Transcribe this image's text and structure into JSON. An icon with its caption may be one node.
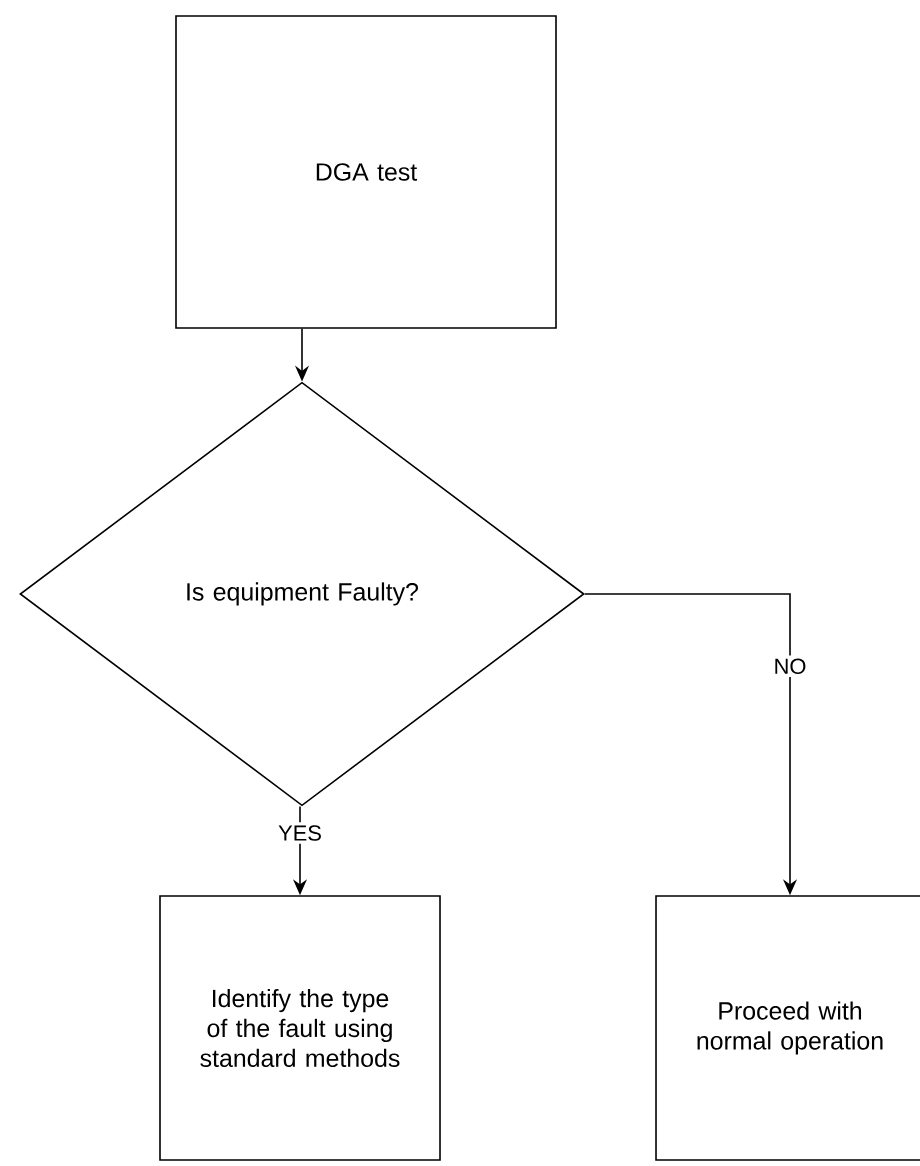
{
  "diagram": {
    "nodes": [
      {
        "text": [
          "DGA test"
        ]
      },
      {
        "text": [
          "Is equipment Faulty?"
        ]
      },
      {
        "text": [
          "Identify the type of the fault using standard methods"
        ]
      },
      {
        "text": [
          "Proceed with normal operation"
        ]
      }
    ],
    "edges": [
      {
        "from": 0,
        "to": 1,
        "arrow": "to"
      },
      {
        "from": 1,
        "to": 2,
        "arrow": "to",
        "label": "YES"
      },
      {
        "from": 1,
        "to": 3,
        "arrow": "to",
        "label": "NO"
      }
    ]
  }
}
